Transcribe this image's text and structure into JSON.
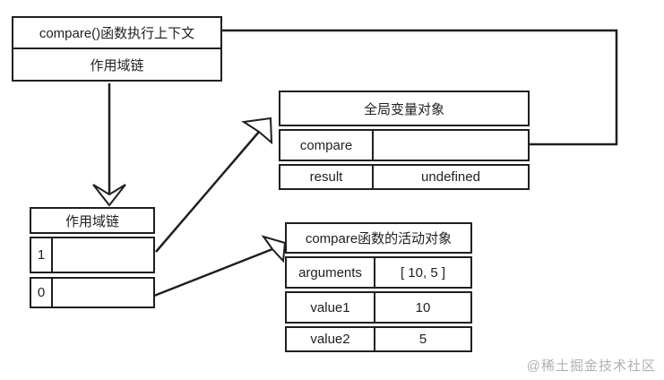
{
  "context_box": {
    "title": "compare()函数执行上下文",
    "row": "作用域链"
  },
  "global_table": {
    "title": "全局变量对象",
    "rows": [
      {
        "key": "compare",
        "value": ""
      },
      {
        "key": "result",
        "value": "undefined"
      }
    ]
  },
  "scope_box": {
    "title": "作用域链",
    "rows": [
      {
        "index": "1",
        "value": ""
      },
      {
        "index": "0",
        "value": ""
      }
    ]
  },
  "activation_table": {
    "title": "compare函数的活动对象",
    "rows": [
      {
        "key": "arguments",
        "value": "[ 10, 5 ]"
      },
      {
        "key": "value1",
        "value": "10"
      },
      {
        "key": "value2",
        "value": "5"
      }
    ]
  },
  "watermark": "@稀土掘金技术社区",
  "colors": {
    "line": "#1f1f1f",
    "watermark": "#b0b0b0"
  }
}
